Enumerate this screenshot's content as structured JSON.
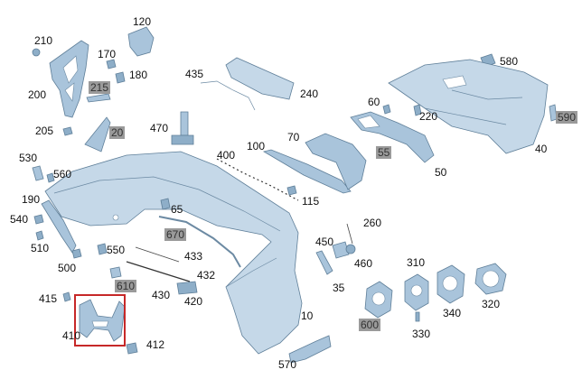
{
  "callouts": [
    {
      "id": "120",
      "text": "120",
      "boxed": false
    },
    {
      "id": "210",
      "text": "210",
      "boxed": false
    },
    {
      "id": "170",
      "text": "170",
      "boxed": false
    },
    {
      "id": "180",
      "text": "180",
      "boxed": false
    },
    {
      "id": "215",
      "text": "215",
      "boxed": true
    },
    {
      "id": "200",
      "text": "200",
      "boxed": false
    },
    {
      "id": "435",
      "text": "435",
      "boxed": false
    },
    {
      "id": "240",
      "text": "240",
      "boxed": false
    },
    {
      "id": "580",
      "text": "580",
      "boxed": false
    },
    {
      "id": "205",
      "text": "205",
      "boxed": false
    },
    {
      "id": "20",
      "text": "20",
      "boxed": true
    },
    {
      "id": "470",
      "text": "470",
      "boxed": false
    },
    {
      "id": "60",
      "text": "60",
      "boxed": false
    },
    {
      "id": "220",
      "text": "220",
      "boxed": false
    },
    {
      "id": "590",
      "text": "590",
      "boxed": true
    },
    {
      "id": "70",
      "text": "70",
      "boxed": false
    },
    {
      "id": "100",
      "text": "100",
      "boxed": false
    },
    {
      "id": "55",
      "text": "55",
      "boxed": true
    },
    {
      "id": "40",
      "text": "40",
      "boxed": false
    },
    {
      "id": "530",
      "text": "530",
      "boxed": false
    },
    {
      "id": "400",
      "text": "400",
      "boxed": false
    },
    {
      "id": "560",
      "text": "560",
      "boxed": false
    },
    {
      "id": "50",
      "text": "50",
      "boxed": false
    },
    {
      "id": "190",
      "text": "190",
      "boxed": false
    },
    {
      "id": "115",
      "text": "115",
      "boxed": false
    },
    {
      "id": "65",
      "text": "65",
      "boxed": false
    },
    {
      "id": "540",
      "text": "540",
      "boxed": false
    },
    {
      "id": "260",
      "text": "260",
      "boxed": false
    },
    {
      "id": "670",
      "text": "670",
      "boxed": true
    },
    {
      "id": "510",
      "text": "510",
      "boxed": false
    },
    {
      "id": "450",
      "text": "450",
      "boxed": false
    },
    {
      "id": "550",
      "text": "550",
      "boxed": false
    },
    {
      "id": "433",
      "text": "433",
      "boxed": false
    },
    {
      "id": "500",
      "text": "500",
      "boxed": false
    },
    {
      "id": "460",
      "text": "460",
      "boxed": false
    },
    {
      "id": "310",
      "text": "310",
      "boxed": false
    },
    {
      "id": "432",
      "text": "432",
      "boxed": false
    },
    {
      "id": "610",
      "text": "610",
      "boxed": true
    },
    {
      "id": "35",
      "text": "35",
      "boxed": false
    },
    {
      "id": "415",
      "text": "415",
      "boxed": false
    },
    {
      "id": "430",
      "text": "430",
      "boxed": false
    },
    {
      "id": "420",
      "text": "420",
      "boxed": false
    },
    {
      "id": "320",
      "text": "320",
      "boxed": false
    },
    {
      "id": "340",
      "text": "340",
      "boxed": false
    },
    {
      "id": "10",
      "text": "10",
      "boxed": false
    },
    {
      "id": "600",
      "text": "600",
      "boxed": true
    },
    {
      "id": "410",
      "text": "410",
      "boxed": false
    },
    {
      "id": "330",
      "text": "330",
      "boxed": false
    },
    {
      "id": "412",
      "text": "412",
      "boxed": false
    },
    {
      "id": "570",
      "text": "570",
      "boxed": false
    }
  ],
  "highlight": {
    "target": "410"
  },
  "colors": {
    "part_fill": "#a9c4db",
    "part_stroke": "#5f7f99",
    "label_box": "#9a9a9a",
    "highlight_border": "#c62828"
  }
}
